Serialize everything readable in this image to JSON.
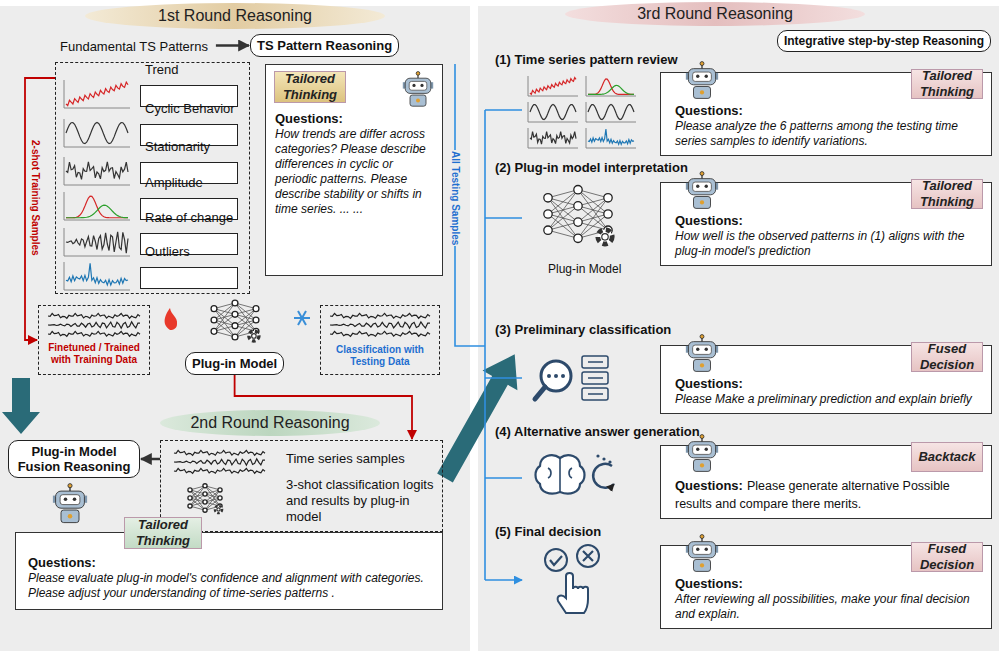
{
  "diagram": {
    "nodes": [
      {
        "text": [
          "1st Round Reasoning"
        ]
      },
      {
        "text": [
          "Fundamental TS Patterns"
        ]
      },
      {
        "text": [
          "Trend"
        ],
        "in": 1
      },
      {
        "text": [
          "Cyclic Behavior"
        ],
        "in": 1
      },
      {
        "text": [
          "Stationarity"
        ],
        "in": 1
      },
      {
        "text": [
          "Amplitude"
        ],
        "in": 1
      },
      {
        "text": [
          "Rate of change"
        ],
        "in": 1
      },
      {
        "text": [
          "Outliers"
        ],
        "in": 1
      },
      {
        "text": [
          "TS Pattern Reasoning"
        ]
      },
      {
        "text": [
          "Questions:",
          "How trends are differ across categories? Please describe differences in cyclic or periodic patterns. Please describe stability or shifts in time series. ... ..."
        ]
      },
      {
        "text": [
          "Tailored Thinking"
        ],
        "in": 9
      },
      {
        "text": [
          "Finetuned / Trained with Training Data"
        ]
      },
      {
        "text": [
          "Plug-in Model"
        ]
      },
      {
        "text": [
          "Classification with Testing Data"
        ]
      },
      {
        "text": [
          "2nd Round Reasoning"
        ]
      },
      {
        "text": [
          "Plug-in Model Fusion Reasoning"
        ]
      },
      {
        "text": [
          "Time series samples",
          "3-shot classification logits and results by plug-in model"
        ]
      },
      {
        "text": [
          "Questions:",
          "Please evaluate plug-in model's confidence and alignment with categories. Please adjust your understanding of time-series patterns ."
        ]
      },
      {
        "text": [
          "Tailored Thinking"
        ],
        "in": 17
      },
      {
        "text": [
          "3rd Round Reasoning"
        ]
      },
      {
        "text": [
          "Integrative step-by-step Reasoning"
        ]
      },
      {
        "text": [
          "Questions:",
          "Please analyze the 6 patterns among the testing time series samples to identify variations."
        ]
      },
      {
        "text": [
          "Tailored Thinking"
        ],
        "in": 21
      },
      {
        "text": [
          "Questions:",
          "How well is the observed patterns in (1) aligns with the plug-in model's prediction"
        ]
      },
      {
        "text": [
          "Tailored Thinking"
        ],
        "in": 23
      },
      {
        "text": [
          "Questions:",
          "Please Make a preliminary prediction and explain briefly"
        ]
      },
      {
        "text": [
          "Fused Decision"
        ],
        "in": 25
      },
      {
        "text": [
          "Questions:",
          "Please generate alternative Possible results and compare there merits."
        ]
      },
      {
        "text": [
          "Backtack"
        ],
        "in": 27
      },
      {
        "text": [
          "Questions:",
          "After reviewing all possibilities, make your final decision and explain."
        ]
      },
      {
        "text": [
          "Fused Decision"
        ],
        "in": 29
      }
    ],
    "edges": [
      {
        "from": 1,
        "to": 8,
        "arrow": "to"
      },
      {
        "from": 1,
        "to": 11,
        "arrow": "to"
      },
      {
        "from": 12,
        "to": 16,
        "arrow": "to"
      },
      {
        "from": 16,
        "to": 15,
        "arrow": "to"
      }
    ],
    "labels": [
      "2-shot Training Samples",
      "All Testing Samples",
      "(1) Time series pattern review",
      "(2) Plug-in model interpretation",
      "Plug-in Model",
      "(3) Preliminary classification",
      "(4) Alternative answer generation",
      "(5) Final decision"
    ]
  }
}
